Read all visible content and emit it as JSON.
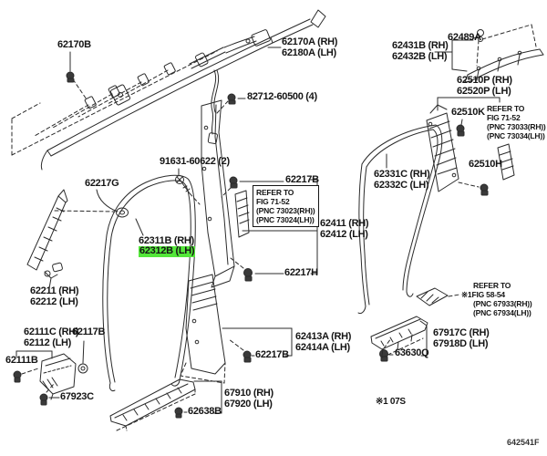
{
  "colors": {
    "highlight": "#53e639",
    "ink": "#2b2b2b"
  },
  "footnote": "※1 07S",
  "diagram_code": "642541F",
  "labels": {
    "l62170B": {
      "t": "62170B"
    },
    "l62170A": {
      "t1": "62170A (RH)",
      "t2": "62180A (LH)"
    },
    "l82712": {
      "t": "82712-60500 (4)"
    },
    "l62431B": {
      "t1": "62431B (RH)",
      "t2": "62432B (LH)"
    },
    "l62489A": {
      "t": "62489A"
    },
    "l62510P": {
      "t1": "62510P (RH)",
      "t2": "62520P (LH)"
    },
    "l62510K": {
      "t": "62510K"
    },
    "l62510H": {
      "t": "62510H"
    },
    "l62331C": {
      "t1": "62331C (RH)",
      "t2": "62332C (LH)"
    },
    "l91631": {
      "t": "91631-60622 (2)"
    },
    "l62217B_top": {
      "t": "62217B"
    },
    "l62411": {
      "t1": "62411 (RH)",
      "t2": "62412 (LH)"
    },
    "l62217G": {
      "t": "62217G"
    },
    "l62311B": {
      "t": "62311B (RH)"
    },
    "l62312B": {
      "t": "62312B (LH)"
    },
    "l62217H": {
      "t": "62217H"
    },
    "l62211": {
      "t1": "62211 (RH)",
      "t2": "62212 (LH)"
    },
    "l62111C": {
      "t1": "62111C (RH)",
      "t2": "62112 (LH)"
    },
    "l62117B": {
      "t": "62117B"
    },
    "l62111B": {
      "t": "62111B"
    },
    "l67923C": {
      "t": "67923C"
    },
    "l62413A": {
      "t1": "62413A (RH)",
      "t2": "62414A (LH)"
    },
    "l62217B_bot": {
      "t": "62217B"
    },
    "l67910": {
      "t1": "67910 (RH)",
      "t2": "67920 (LH)"
    },
    "l62638B": {
      "t": "62638B"
    },
    "l67917C": {
      "t1": "67917C (RH)",
      "t2": "67918D (LH)"
    },
    "l63630Q": {
      "t": "63630Q"
    }
  },
  "refer_notes": {
    "center": {
      "l1": "REFER TO",
      "l2": "FIG 71-52",
      "l3": "(PNC 73023(RH))",
      "l4": "(PNC 73024(LH))"
    },
    "right": {
      "l1": "REFER TO",
      "l2": "FIG 71-52",
      "l3": "(PNC 73033(RH))",
      "l4": "(PNC 73034(LH))"
    },
    "bottom": {
      "l1": "REFER TO",
      "l2": "※1FIG 58-54",
      "l3": "(PNC 67933(RH))",
      "l4": "(PNC 67934(LH))"
    }
  }
}
